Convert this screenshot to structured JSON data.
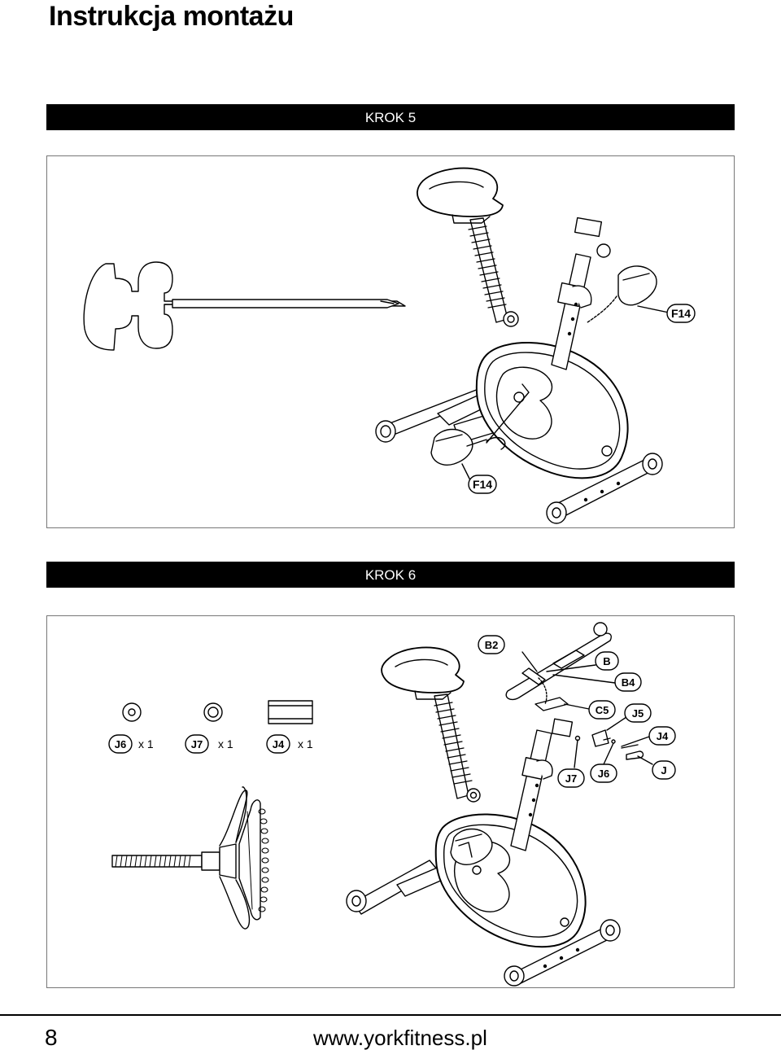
{
  "header": {
    "title": "Instrukcja montażu"
  },
  "step5": {
    "label": "KROK 5",
    "callouts": {
      "pedal_right": "F14",
      "pedal_left": "F14"
    }
  },
  "step6": {
    "label": "KROK 6",
    "parts": [
      {
        "code": "J6",
        "qty": "x 1"
      },
      {
        "code": "J7",
        "qty": "x 1"
      },
      {
        "code": "J4",
        "qty": "x 1"
      }
    ],
    "callouts": {
      "b2": "B2",
      "b": "B",
      "b4": "B4",
      "c5": "C5",
      "j5": "J5",
      "j4": "J4",
      "j7": "J7",
      "j6": "J6",
      "j": "J"
    }
  },
  "footer": {
    "page_number": "8",
    "website": "www.yorkfitness.pl"
  }
}
